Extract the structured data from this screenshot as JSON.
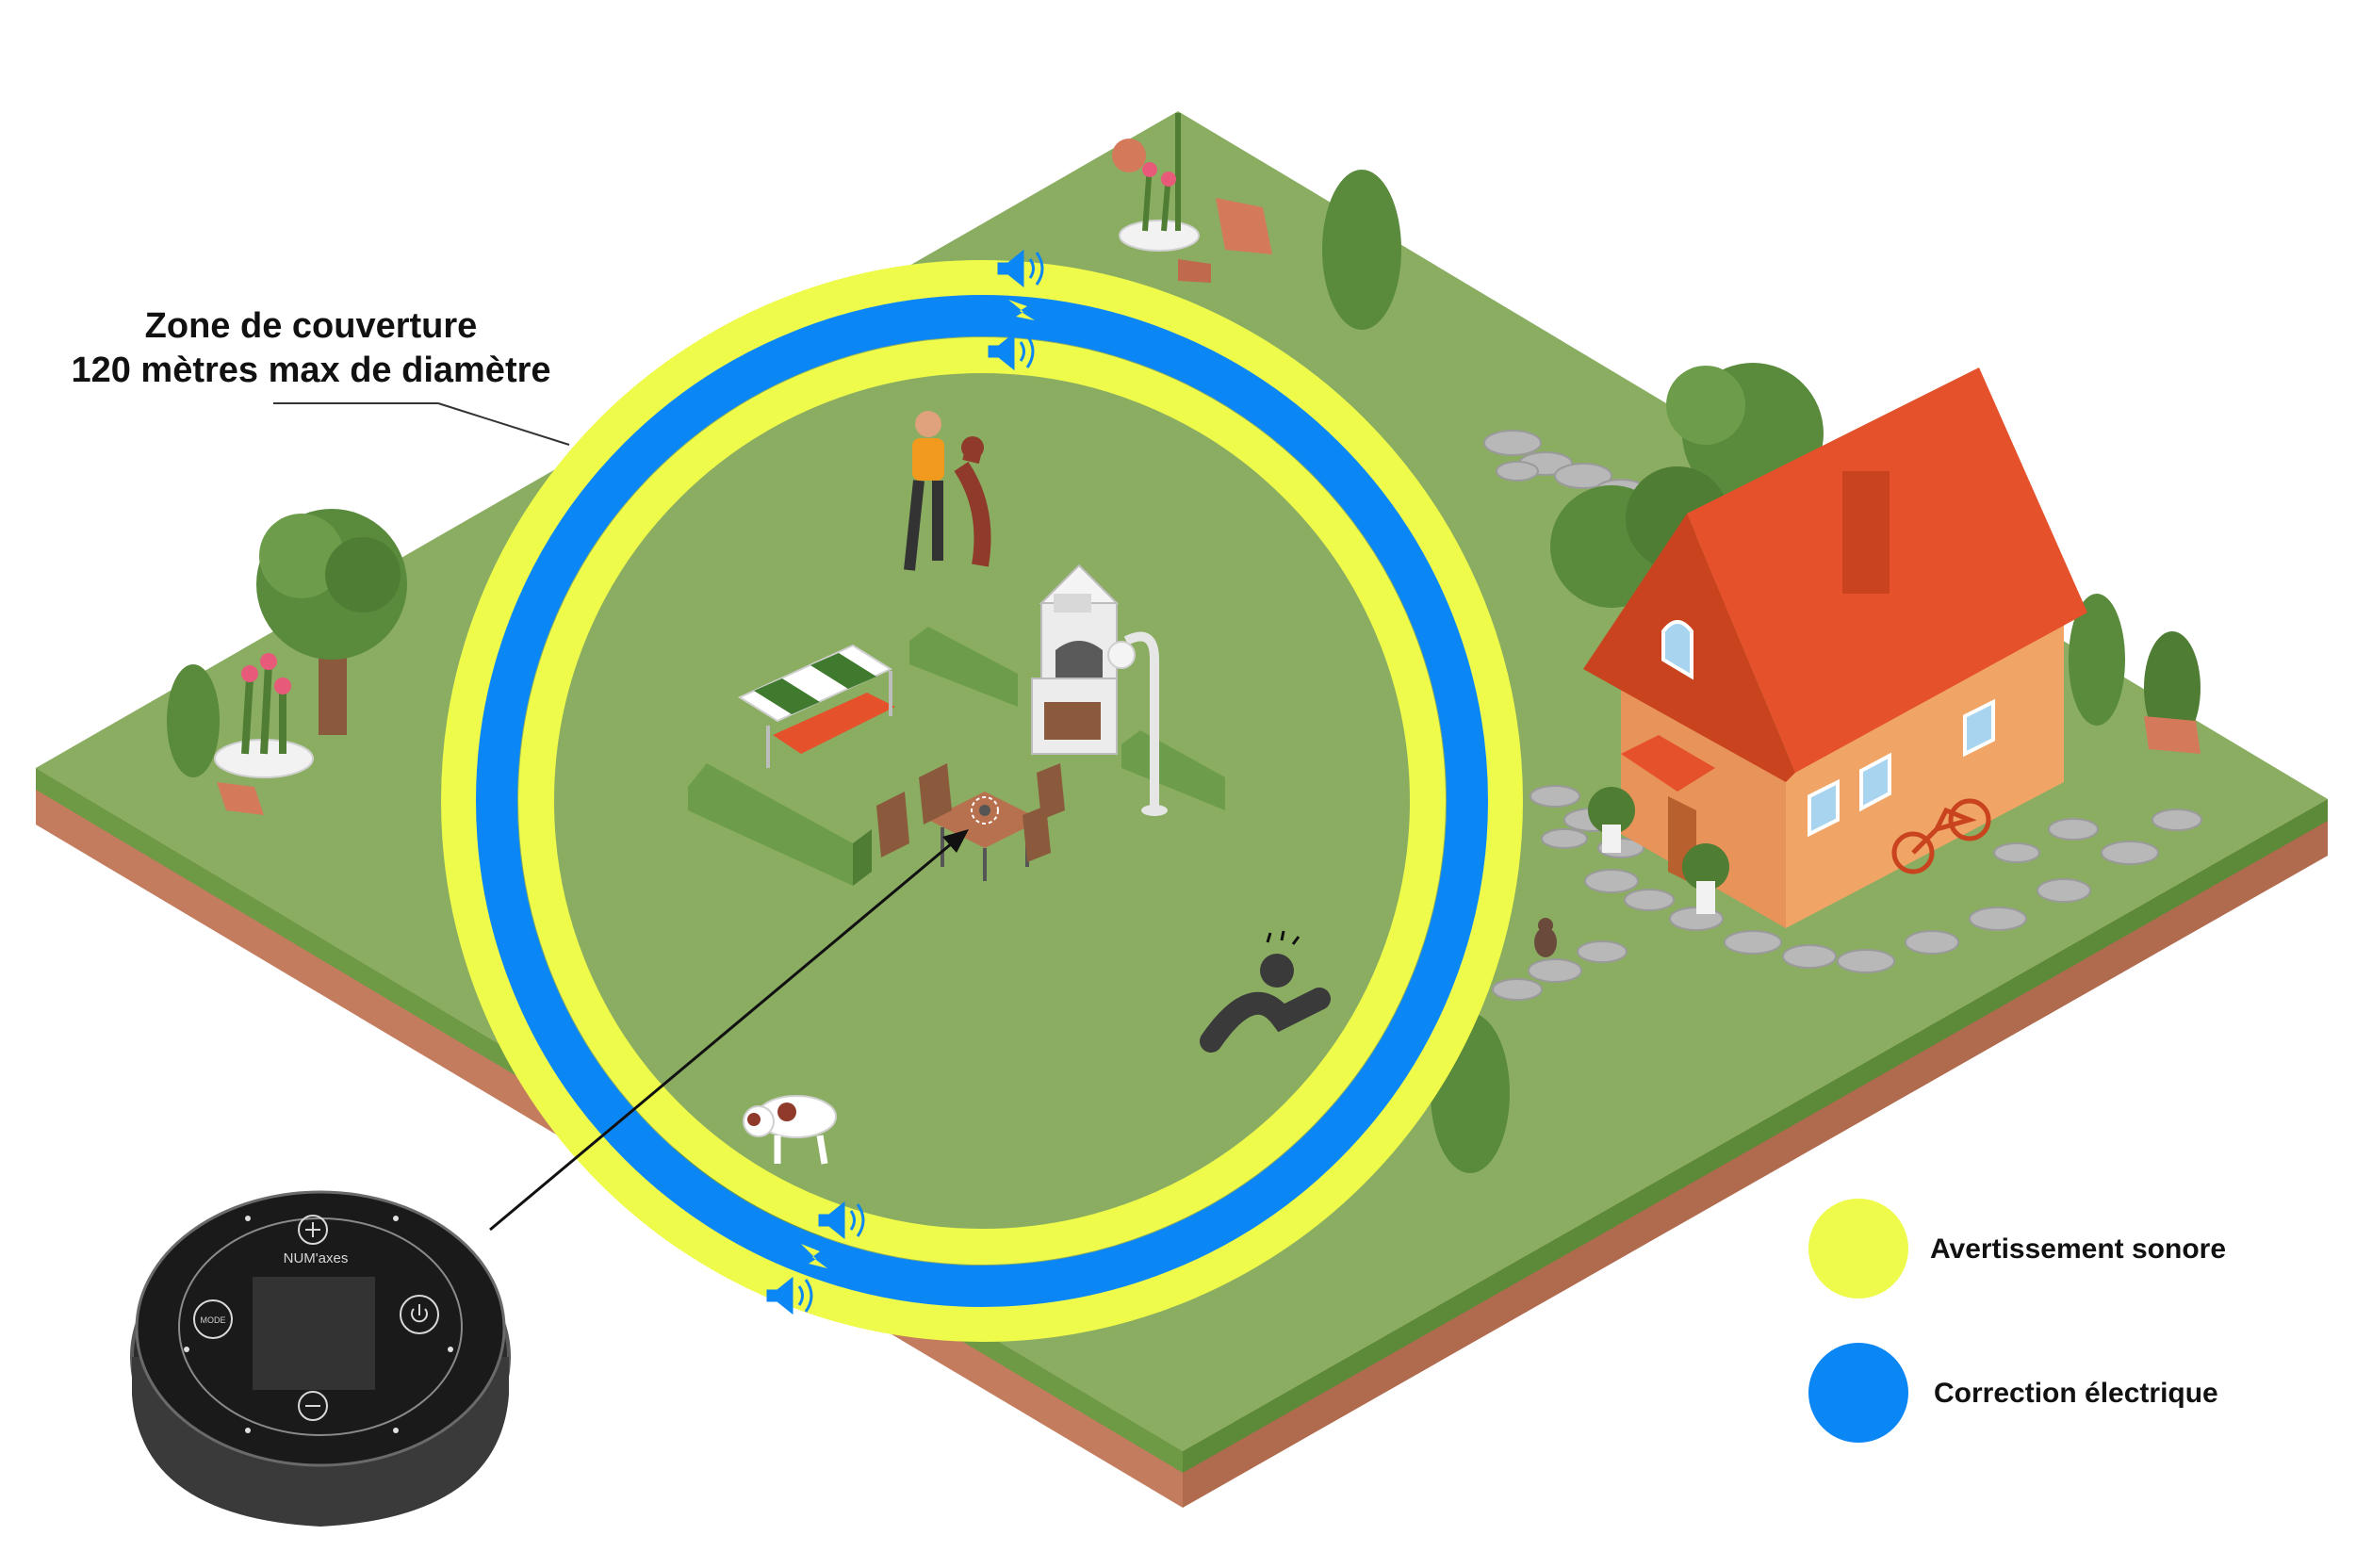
{
  "coverage": {
    "title_line1": "Zone de couverture",
    "title_line2": "120 mètres max de diamètre"
  },
  "legend": [
    {
      "label": "Avertissement sonore",
      "color": "#eefb4b"
    },
    {
      "label": "Correction électrique",
      "color": "#0b86f5"
    }
  ],
  "device": {
    "brand": "NUM'axes",
    "mode_label": "MODE"
  },
  "colors": {
    "grass": "#8aad62",
    "soil": "#c47c5e",
    "roof": "#e4512a",
    "wall": "#f0a566"
  }
}
